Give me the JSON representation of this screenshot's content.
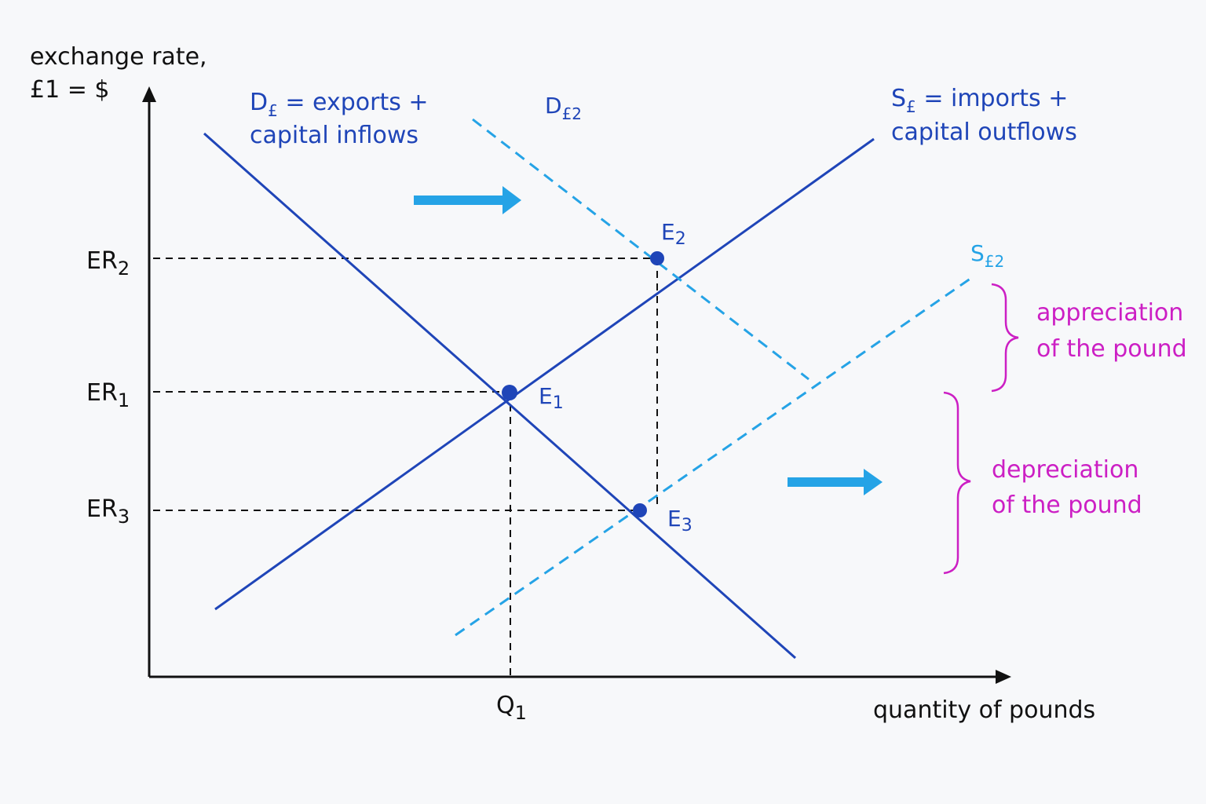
{
  "axes": {
    "y_label_line1": "exchange rate,",
    "y_label_line2": "£1 = $",
    "x_label": "quantity of pounds"
  },
  "levels": {
    "er2": {
      "main": "ER",
      "sub": "2"
    },
    "er1": {
      "main": "ER",
      "sub": "1"
    },
    "er3": {
      "main": "ER",
      "sub": "3"
    },
    "q1": {
      "main": "Q",
      "sub": "1"
    }
  },
  "curves": {
    "demand": {
      "main": "D",
      "sub": "£",
      "text_line1": " = exports +",
      "text_line2": "capital inflows"
    },
    "demand2": {
      "main": "D",
      "sub": "£2"
    },
    "supply": {
      "main": "S",
      "sub": "£",
      "text_line1": " = imports +",
      "text_line2": "capital outflows"
    },
    "supply2": {
      "main": "S",
      "sub": "£2"
    }
  },
  "points": {
    "e1": {
      "main": "E",
      "sub": "1"
    },
    "e2": {
      "main": "E",
      "sub": "2"
    },
    "e3": {
      "main": "E",
      "sub": "3"
    }
  },
  "annotations": {
    "appreciation_line1": "appreciation",
    "appreciation_line2": "of the pound",
    "depreciation_line1": "depreciation",
    "depreciation_line2": "of the pound"
  },
  "colors": {
    "original_curves": "#1f45b8",
    "shifted_curves": "#25a3e6",
    "annotation": "#cc1fc4",
    "axes": "#111111"
  }
}
